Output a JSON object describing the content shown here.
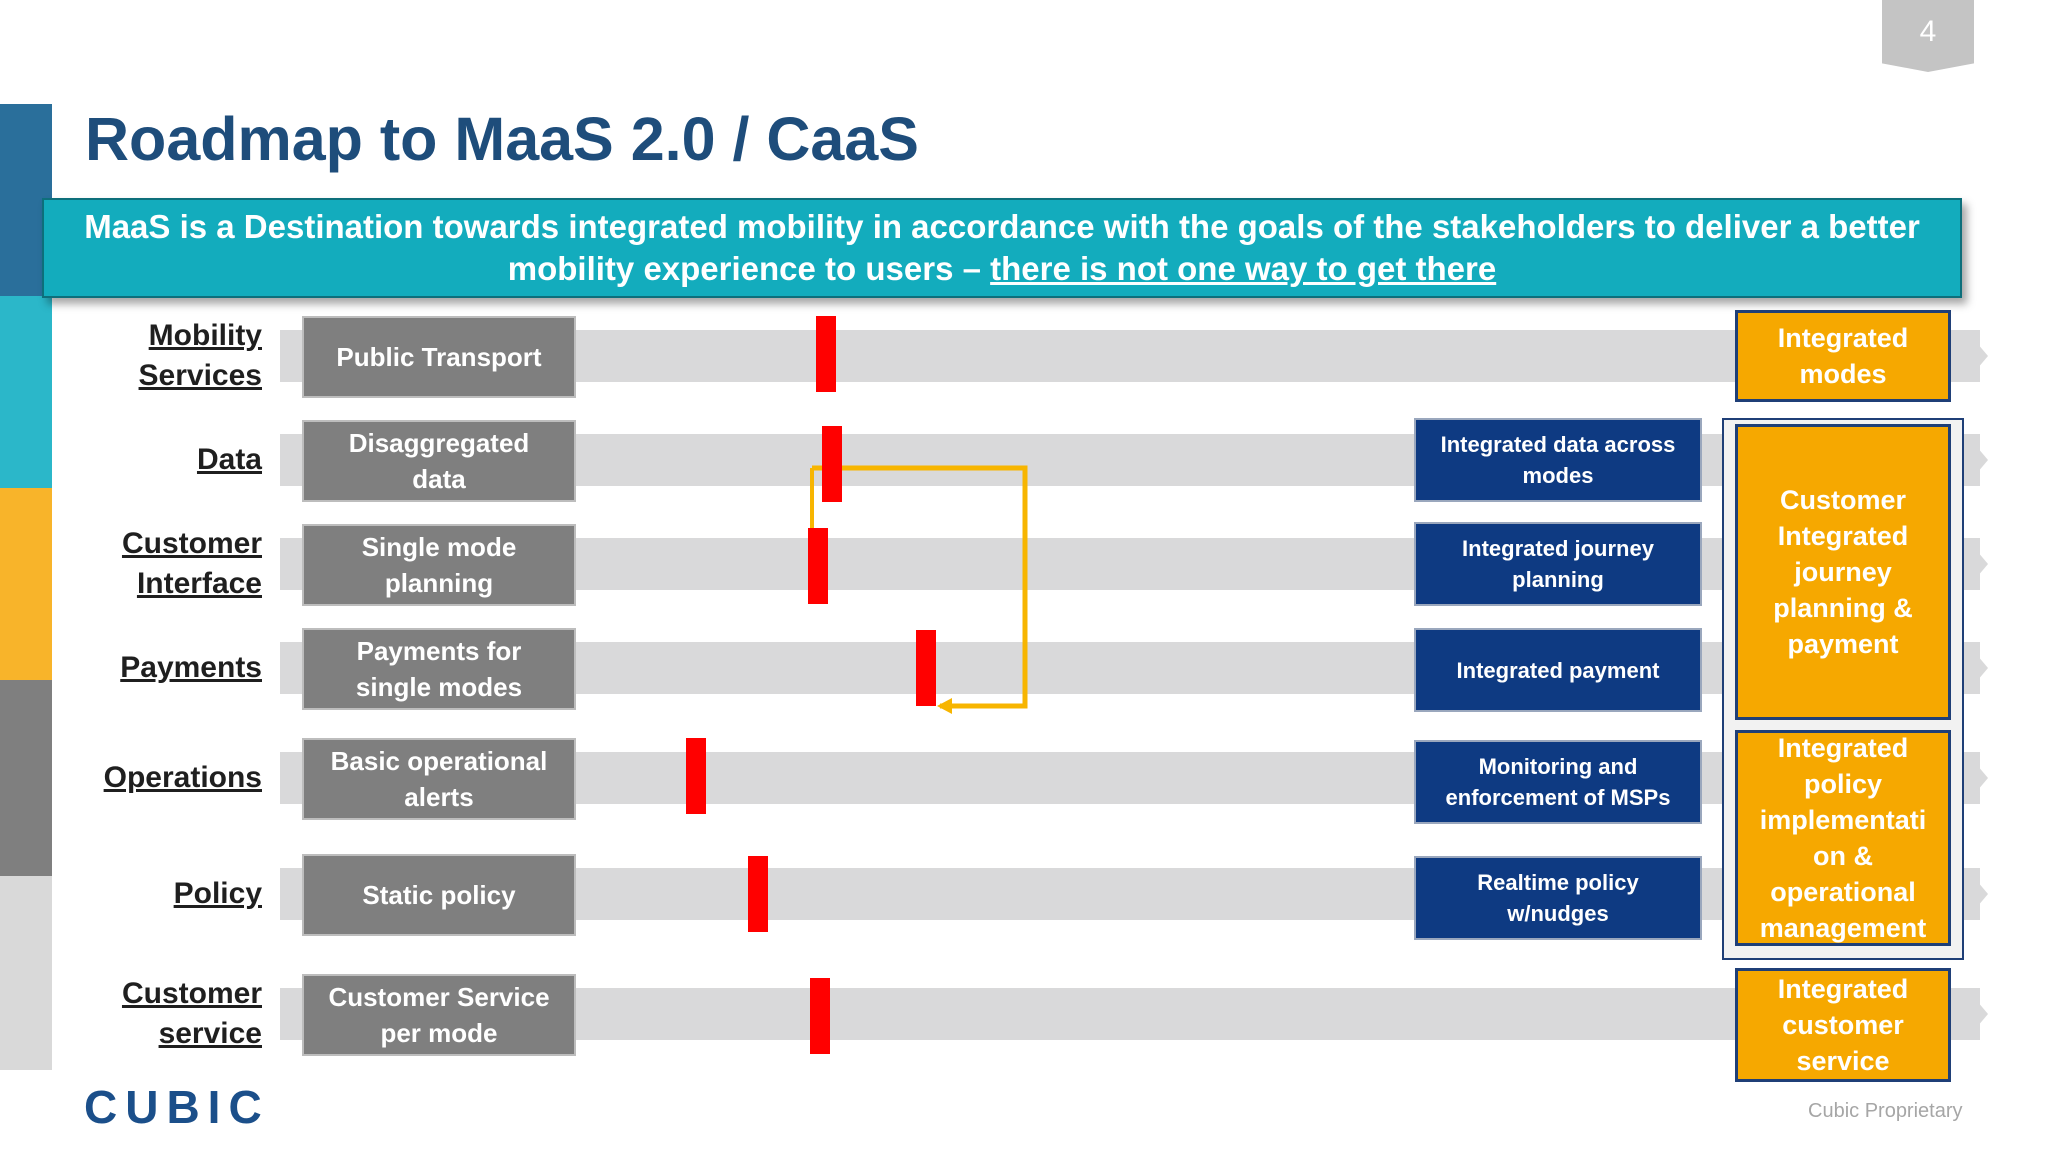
{
  "slide": {
    "page_number": "4",
    "title": "Roadmap to MaaS 2.0 / CaaS",
    "banner": {
      "text": "MaaS is a Destination towards integrated mobility in accordance with the goals of the stakeholders to deliver a better mobility experience to users – ",
      "emphasis": "there is not one way to get there"
    },
    "footer": {
      "logo": "CUBIC",
      "note": "Cubic Proprietary"
    }
  },
  "rows": [
    {
      "label": "Mobility\nServices",
      "current": "Public Transport",
      "target": ""
    },
    {
      "label": "Data",
      "current": "Disaggregated\ndata",
      "target": "Integrated data across\nmodes"
    },
    {
      "label": "Customer\nInterface",
      "current": "Single mode\nplanning",
      "target": "Integrated journey\nplanning"
    },
    {
      "label": "Payments",
      "current": "Payments for\nsingle modes",
      "target": "Integrated payment"
    },
    {
      "label": "Operations",
      "current": "Basic operational\nalerts",
      "target": "Monitoring and\nenforcement of MSPs"
    },
    {
      "label": "Policy",
      "current": "Static policy",
      "target": "Realtime policy\nw/nudges"
    },
    {
      "label": "Customer\nservice",
      "current": "Customer Service\nper mode",
      "target": ""
    }
  ],
  "destinations": {
    "integrated_modes": "Integrated\nmodes",
    "customer_journey": "Customer\nIntegrated\njourney\nplanning &\npayment",
    "policy_management": "Integrated\npolicy\nimplementati\non &\noperational\nmanagement",
    "customer_service": "Integrated\ncustomer\nservice"
  },
  "colors": {
    "title": "#1e4d7b",
    "banner": "#13acbd",
    "marker": "#ff0000",
    "destination": "#f6a800",
    "target_box": "#0e3a82",
    "current_box": "#7f7f7f",
    "connector": "#f7b500"
  }
}
